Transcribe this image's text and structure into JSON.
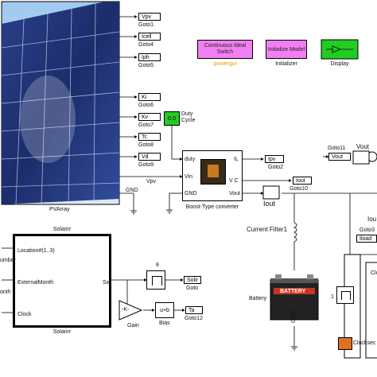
{
  "pv_array": {
    "name": "PVArray",
    "outputs": [
      {
        "tag": "Vpv",
        "goto": "Goto1"
      },
      {
        "tag": "Icell",
        "goto": "Goto4"
      },
      {
        "tag": "Iph",
        "goto": "Goto5"
      },
      {
        "tag": "Ki",
        "goto": "Goto6"
      },
      {
        "tag": "Kv",
        "goto": "Goto7"
      },
      {
        "tag": "Tc",
        "goto": "Goto8"
      },
      {
        "tag": "Vd",
        "goto": "Goto9"
      }
    ],
    "vpv_label": "Vpv",
    "gnd_label": "GND"
  },
  "top_blocks": {
    "switch": "Continuous Ideal Switch",
    "switch_caption": "powergui",
    "init": "Initialize Model",
    "init_caption": "Initializer",
    "display_caption": "Display"
  },
  "duty": {
    "value": "0.0",
    "label": "Duty Cycle"
  },
  "boost": {
    "name": "Boost-Type converter",
    "ports_left": [
      "duty",
      "Vin",
      "GND"
    ],
    "ports_right": [
      "IL",
      "V C",
      "Vout"
    ]
  },
  "right_tags": {
    "ipv": "Ipv",
    "goto2": "Goto2",
    "iout": "Iout",
    "goto10": "Goto10",
    "iout_sensor": "Iout",
    "goto11": "Goto11",
    "vout_label": "Vout",
    "vout_tag": "Vout",
    "current_filter": "Current Filter1",
    "iou": "Iou",
    "goto3": "Goto3",
    "iload": "Iload",
    "battery": "Battery",
    "battery_text": "BATTERY",
    "battery_gnd": "GND",
    "one": "1",
    "clock": "Clocksec",
    "clock_right": "Clock"
  },
  "solar": {
    "name_top": "Solarirr",
    "name_bottom": "Solarirr",
    "inputs": [
      "Location#(1..3)",
      "ExternalMonth",
      "Clock"
    ],
    "output": "Sx",
    "left_labels": [
      "umber",
      "onth"
    ]
  },
  "post": {
    "eight": "8",
    "goto_tag": "Solir",
    "goto_caption": "Goto",
    "gain": "-K-",
    "gain_caption": "Gain",
    "bias": "u+b",
    "bias_caption": "Bias",
    "ta_tag": "Ta",
    "ta_caption": "Goto12"
  }
}
